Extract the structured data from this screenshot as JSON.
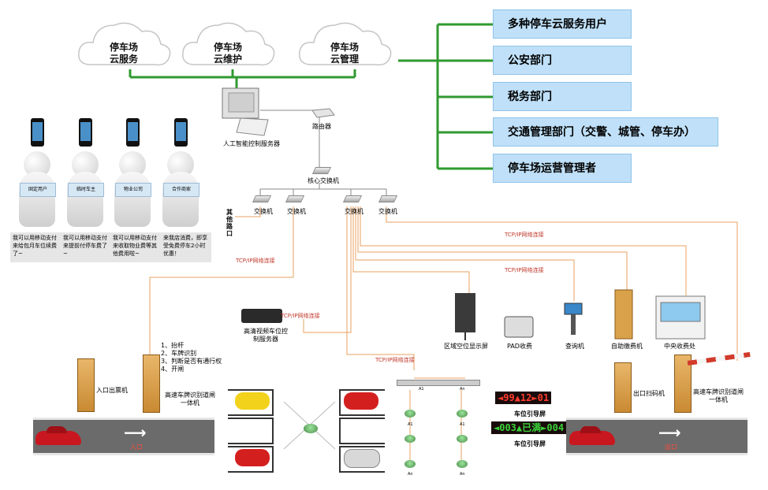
{
  "clouds": [
    {
      "line1": "停车场",
      "line2": "云服务"
    },
    {
      "line1": "停车场",
      "line2": "云维护"
    },
    {
      "line1": "停车场",
      "line2": "云管理"
    }
  ],
  "departments": [
    "多种停车云服务用户",
    "公安部门",
    "税务部门",
    "交通管理部门（交警、城管、停车办）",
    "停车场运营管理者"
  ],
  "server_label": "人工智能控制服务器",
  "router_label": "路由器",
  "core_switch_label": "核心交换机",
  "switch_label": "交换机",
  "other_ports_label": "其他路口",
  "users": [
    {
      "card": "固定用户",
      "bubble": "我可以用移动支付来给包月车位续费了~"
    },
    {
      "card": "临时车主",
      "bubble": "我可以用移动支付来提前付停车费了~"
    },
    {
      "card": "物业公司",
      "bubble": "我可以用移动支付来收取物业费等其他费用啦~"
    },
    {
      "card": "合作商家",
      "bubble": "来我店消费，即享受免费停车2小时优惠！"
    }
  ],
  "network_label": "TCP/IP网络连接",
  "video_server_label": "高清视频车位控制服务器",
  "steps": [
    "1、抬杆",
    "2、车牌识别",
    "3、判断是否有通行权",
    "4、开闸"
  ],
  "entry_ticket_label": "入口出票机",
  "lpr_gate_label": "高速车牌识别道闸一体机",
  "entry_road_label": "入口",
  "exit_road_label": "出口",
  "region_display_label": "区域空位显示屏",
  "pad_label": "PAD收费",
  "query_label": "查询机",
  "self_pay_label": "自助缴费机",
  "central_label": "中央收费处",
  "guide_label": "车位引导屏",
  "exit_scan_label": "出口扫码机",
  "led1": {
    "a": "99",
    "b": "12",
    "c": "01"
  },
  "led2": {
    "a": "003",
    "b": "已满",
    "c": "004"
  },
  "sensor_labels": {
    "a1": "A1",
    "an": "An"
  },
  "colors": {
    "green_line": "#2f9a2f",
    "orange_line": "#e8a060",
    "dept_box": "#bfe0f8",
    "led_red": "#ff3b2e",
    "led_green": "#39d339"
  }
}
